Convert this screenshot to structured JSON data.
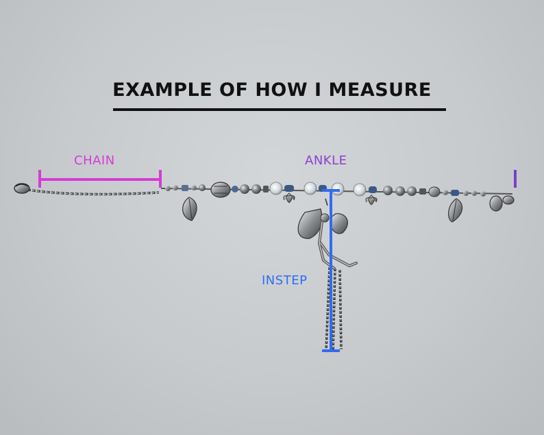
{
  "title": "EXAMPLE OF HOW I MEASURE",
  "labels": {
    "chain": "CHAIN",
    "ankle": "ANKLE",
    "instep": "INSTEP"
  },
  "colors": {
    "chain": "#d63bd6",
    "ankle": "#8a3fd0",
    "instep": "#2f6cf2",
    "title": "#111111",
    "background": "#c9ccce"
  },
  "image": {
    "subject": "silver fairy anklet with beads, charms and extender chain laid on grey background",
    "icons": [
      "leaf-charm-icon",
      "lotus-charm-icon",
      "fairy-charm-icon",
      "lobster-clasp-icon",
      "bead-icon"
    ]
  }
}
